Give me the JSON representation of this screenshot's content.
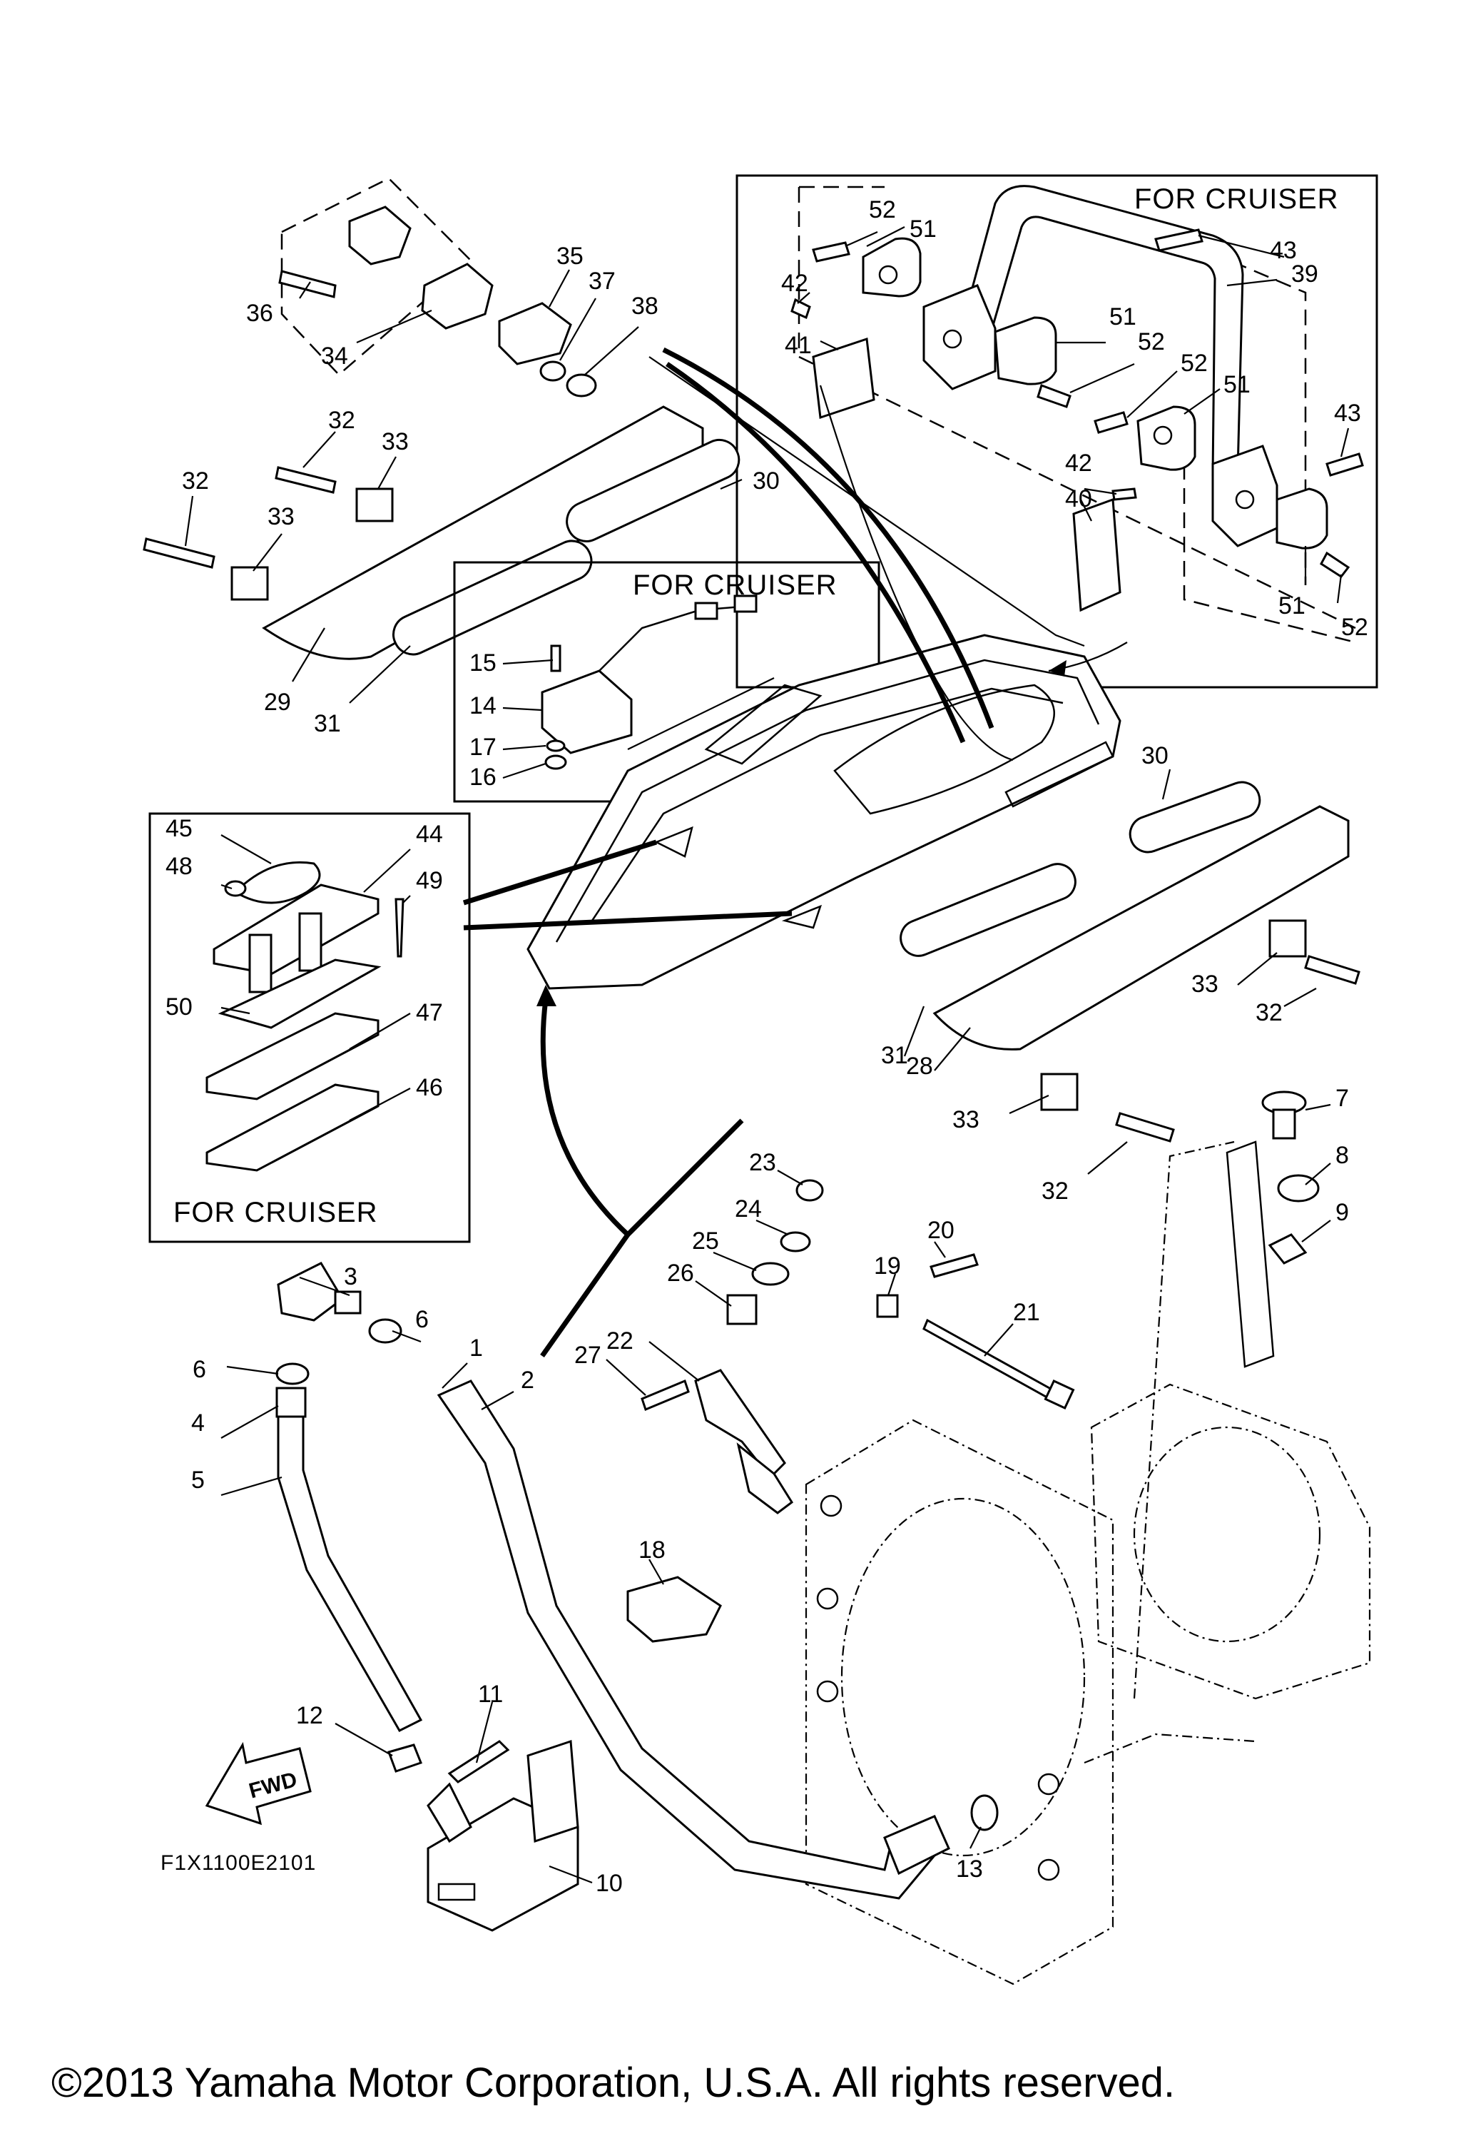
{
  "diagram": {
    "boxes": {
      "cruiser_handle": "FOR CRUISER",
      "cruiser_harness": "FOR CRUISER",
      "cruiser_cleat": "FOR CRUISER"
    },
    "fwd_label": "FWD",
    "drawing_code": "F1X1100E2101",
    "copyright": "©2013 Yamaha Motor Corporation, U.S.A. All rights reserved.",
    "callouts": [
      "1",
      "2",
      "3",
      "4",
      "5",
      "6",
      "6",
      "7",
      "8",
      "9",
      "10",
      "11",
      "12",
      "13",
      "14",
      "15",
      "16",
      "17",
      "18",
      "19",
      "20",
      "21",
      "22",
      "23",
      "24",
      "25",
      "26",
      "27",
      "28",
      "29",
      "30",
      "30",
      "31",
      "31",
      "32",
      "32",
      "32",
      "32",
      "33",
      "33",
      "33",
      "33",
      "34",
      "35",
      "36",
      "37",
      "38",
      "39",
      "40",
      "41",
      "42",
      "42",
      "43",
      "43",
      "44",
      "45",
      "46",
      "47",
      "48",
      "49",
      "50",
      "51",
      "51",
      "51",
      "51",
      "52",
      "52",
      "52",
      "52"
    ]
  }
}
